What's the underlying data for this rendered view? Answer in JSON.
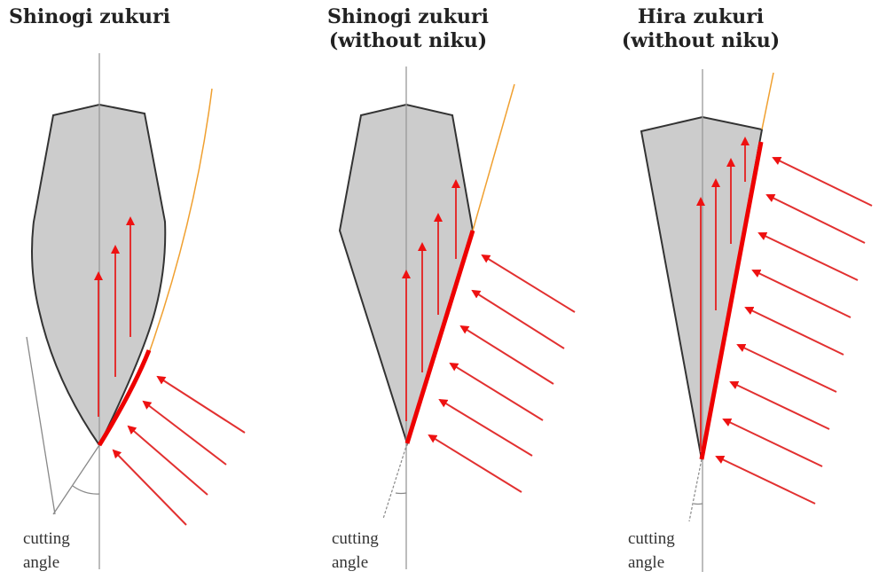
{
  "figure": {
    "panels": [
      {
        "title_line1": "Shinogi zukuri",
        "title_line2": "",
        "caption_line1": "cutting",
        "caption_line2": "angle"
      },
      {
        "title_line1": "Shinogi zukuri",
        "title_line2": "(without niku)",
        "caption_line1": "cutting",
        "caption_line2": "angle"
      },
      {
        "title_line1": "Hira zukuri",
        "title_line2": "(without niku)",
        "caption_line1": "cutting",
        "caption_line2": "angle"
      }
    ],
    "colors": {
      "blade_fill": "#cccccc",
      "blade_outline": "#333333",
      "cutting_edge": "#ee0000",
      "force_arrow": "#e23030",
      "tangent_line": "#f0a030",
      "axis_line": "#999999"
    }
  }
}
